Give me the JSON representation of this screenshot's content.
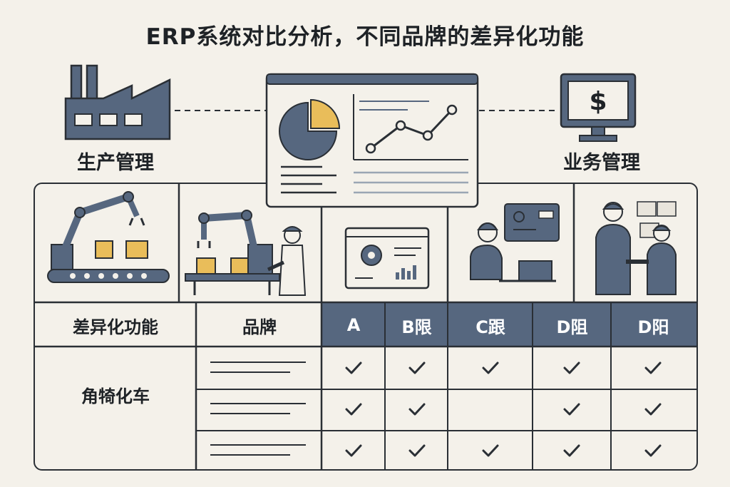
{
  "title": "ERP系统对比分析，不同品牌的差异化功能",
  "top_labels": {
    "left": "生产管理",
    "right": "业务管理"
  },
  "monitor_symbol": "$",
  "table": {
    "header_col1": "差异化功能",
    "header_col2": "品牌",
    "brand_headers": [
      "A",
      "B限",
      "C跟",
      "D阻",
      "D阳"
    ],
    "row_group_label": "角犄化车",
    "checks": [
      [
        true,
        true,
        true,
        true,
        true
      ],
      [
        true,
        true,
        false,
        true,
        true
      ],
      [
        true,
        true,
        true,
        true,
        true
      ]
    ]
  },
  "colors": {
    "accent": "#56677f",
    "highlight": "#e9bd5a",
    "outline": "#2a2f35",
    "background": "#f4f1ea"
  },
  "icons": [
    "factory-icon",
    "dashboard-icon",
    "monitor-dollar-icon",
    "robot-arm-icon",
    "worker-icon",
    "meeting-icon"
  ]
}
